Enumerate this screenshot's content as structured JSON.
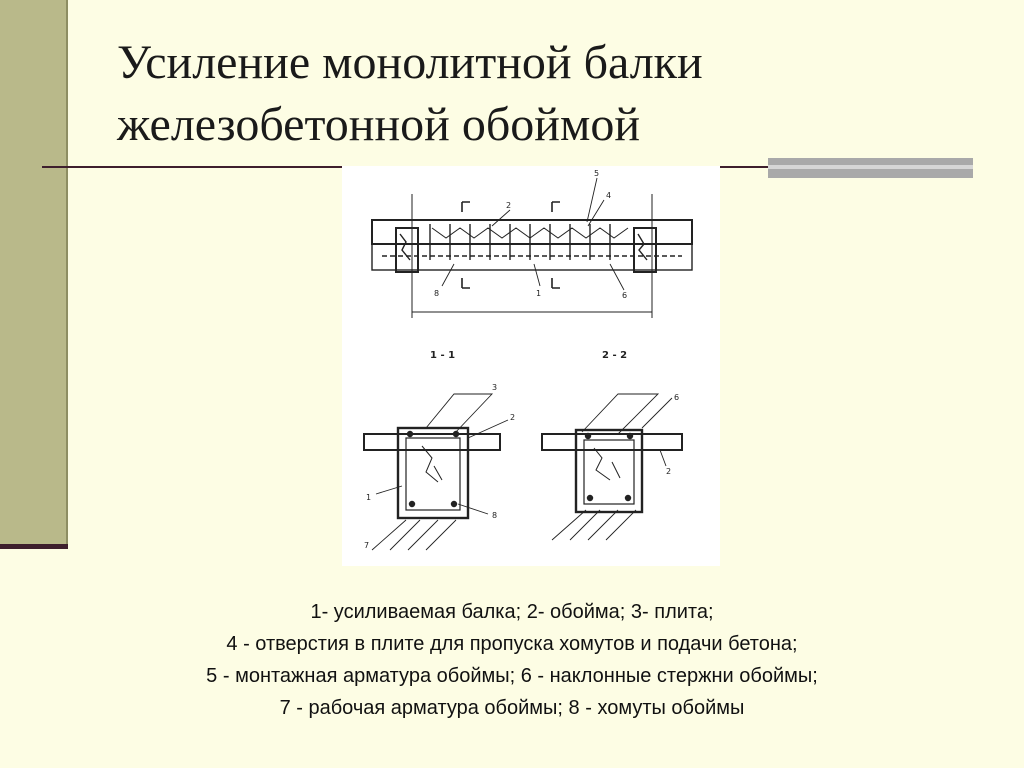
{
  "slide": {
    "title_line1": "Усиление монолитной балки",
    "title_line2": "железобетонной обоймой"
  },
  "diagram": {
    "section_label_1": "1 - 1",
    "section_label_2": "2 - 2",
    "callouts": {
      "c1": "1",
      "c2": "2",
      "c3": "3",
      "c4": "4",
      "c5": "5",
      "c6": "6",
      "c7": "7",
      "c8": "8"
    }
  },
  "caption": {
    "line1": "1- усиливаемая балка; 2- обойма; 3- плита;",
    "line2": "4 - отверстия в плите для пропуска хомутов и подачи бетона;",
    "line3": "5 - монтажная арматура обоймы; 6 - наклонные стержни обоймы;",
    "line4": "7 - рабочая арматура обоймы; 8 - хомуты обоймы"
  }
}
